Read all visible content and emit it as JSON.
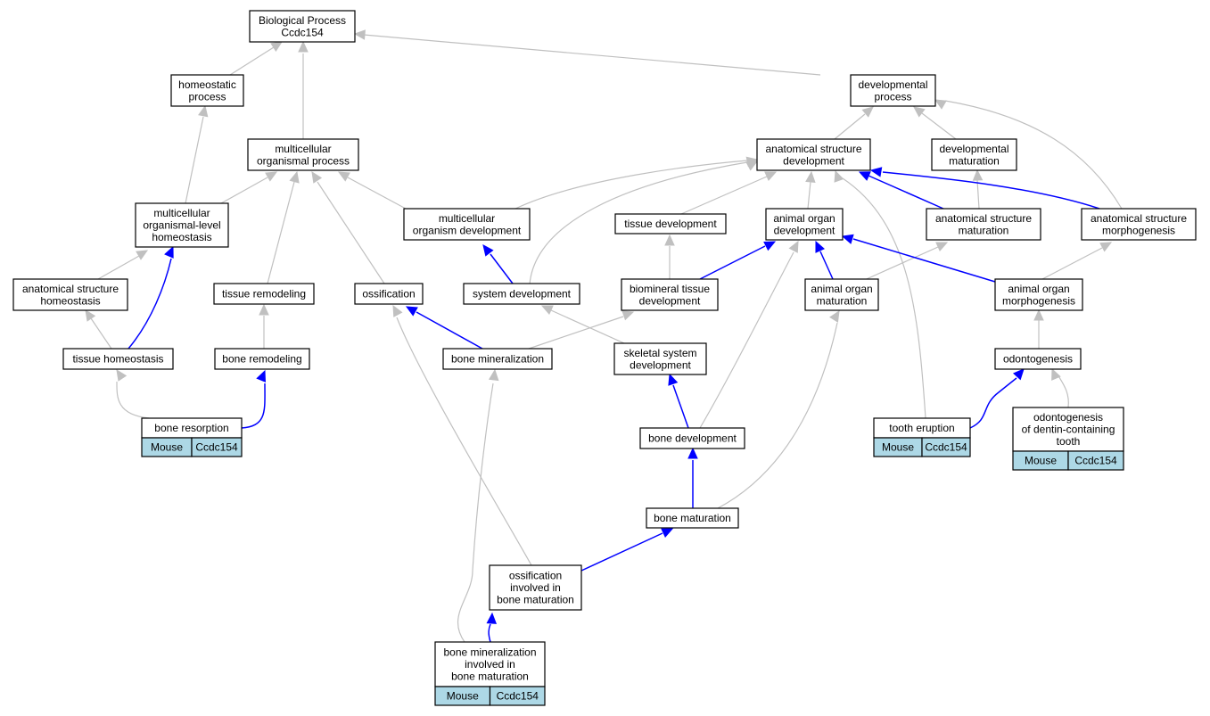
{
  "colors": {
    "regulates_edge": "#0000ff",
    "is_a_edge": "#c0c0c0",
    "annotation_cell": "#add8e6",
    "node_border": "#000000"
  },
  "nodes": [
    {
      "id": "bp",
      "lines": [
        "Biological Process",
        "Ccdc154"
      ]
    },
    {
      "id": "homeo",
      "lines": [
        "homeostatic",
        "process"
      ]
    },
    {
      "id": "devproc",
      "lines": [
        "developmental",
        "process"
      ]
    },
    {
      "id": "mcop",
      "lines": [
        "multicellular",
        "organismal process"
      ]
    },
    {
      "id": "asd",
      "lines": [
        "anatomical structure",
        "development"
      ]
    },
    {
      "id": "devmat",
      "lines": [
        "developmental",
        "maturation"
      ]
    },
    {
      "id": "mcolh",
      "lines": [
        "multicellular",
        "organismal-level",
        "homeostasis"
      ]
    },
    {
      "id": "mcod",
      "lines": [
        "multicellular",
        "organism development"
      ]
    },
    {
      "id": "tissdev",
      "lines": [
        "tissue development"
      ]
    },
    {
      "id": "aod",
      "lines": [
        "animal organ",
        "development"
      ]
    },
    {
      "id": "asmat",
      "lines": [
        "anatomical structure",
        "maturation"
      ]
    },
    {
      "id": "asmorph",
      "lines": [
        "anatomical structure",
        "morphogenesis"
      ]
    },
    {
      "id": "ashomeo",
      "lines": [
        "anatomical structure",
        "homeostasis"
      ]
    },
    {
      "id": "tissrem",
      "lines": [
        "tissue remodeling"
      ]
    },
    {
      "id": "ossif",
      "lines": [
        "ossification"
      ]
    },
    {
      "id": "sysdev",
      "lines": [
        "system development"
      ]
    },
    {
      "id": "biomin",
      "lines": [
        "biomineral tissue",
        "development"
      ]
    },
    {
      "id": "aomat",
      "lines": [
        "animal organ",
        "maturation"
      ]
    },
    {
      "id": "aomorph",
      "lines": [
        "animal organ",
        "morphogenesis"
      ]
    },
    {
      "id": "tisshomeo",
      "lines": [
        "tissue homeostasis"
      ]
    },
    {
      "id": "bonerem",
      "lines": [
        "bone remodeling"
      ]
    },
    {
      "id": "bonemin",
      "lines": [
        "bone mineralization"
      ]
    },
    {
      "id": "skeldev",
      "lines": [
        "skeletal system",
        "development"
      ]
    },
    {
      "id": "odonto",
      "lines": [
        "odontogenesis"
      ]
    },
    {
      "id": "boneres",
      "lines": [
        "bone resorption"
      ],
      "annotation": [
        "Mouse",
        "Ccdc154"
      ]
    },
    {
      "id": "tootherupt",
      "lines": [
        "tooth eruption"
      ],
      "annotation": [
        "Mouse",
        "Ccdc154"
      ]
    },
    {
      "id": "odontodentin",
      "lines": [
        "odontogenesis",
        "of dentin-containing",
        "tooth"
      ],
      "annotation": [
        "Mouse",
        "Ccdc154"
      ]
    },
    {
      "id": "bonedev",
      "lines": [
        "bone development"
      ]
    },
    {
      "id": "bonemat",
      "lines": [
        "bone maturation"
      ]
    },
    {
      "id": "ossifbm",
      "lines": [
        "ossification",
        "involved in",
        "bone maturation"
      ]
    },
    {
      "id": "boneminbm",
      "lines": [
        "bone mineralization",
        "involved in",
        "bone maturation"
      ],
      "annotation": [
        "Mouse",
        "Ccdc154"
      ]
    }
  ]
}
